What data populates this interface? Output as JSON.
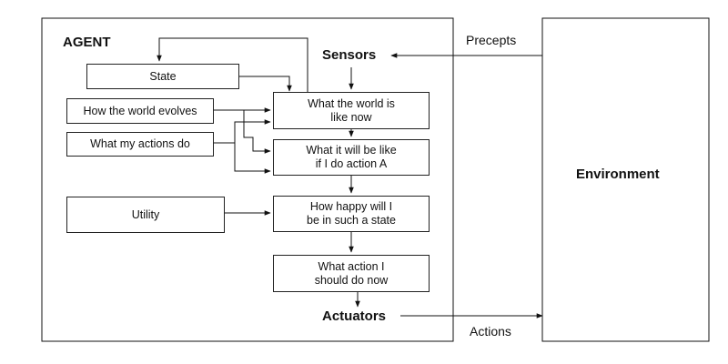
{
  "agent": {
    "title": "AGENT",
    "sensors": "Sensors",
    "actuators": "Actuators",
    "boxes": {
      "state": "State",
      "world_evolves": "How the world evolves",
      "actions_do": "What my actions do",
      "utility": "Utility",
      "world_now": "What the world is\nlike now",
      "will_be": "What it will be like\nif I do action A",
      "how_happy": "How happy will I\nbe in such a state",
      "what_action": "What action I\nshould do now"
    }
  },
  "environment": {
    "title": "Environment"
  },
  "links": {
    "percepts": "Precepts",
    "actions": "Actions"
  }
}
